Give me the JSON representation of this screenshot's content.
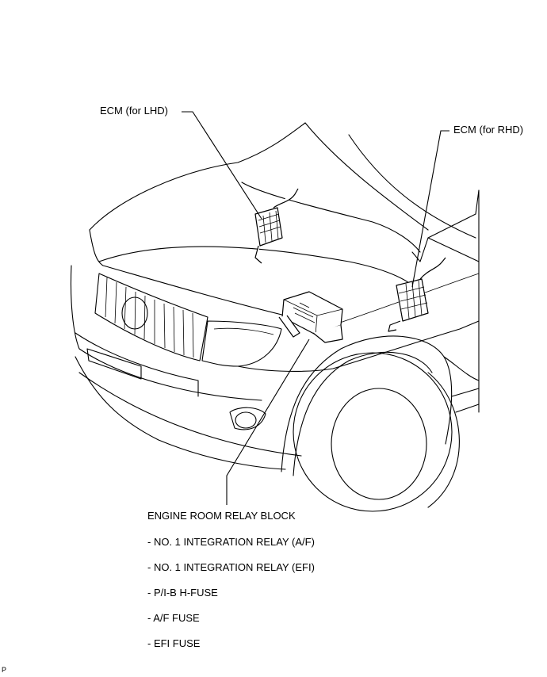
{
  "callouts": {
    "ecm_lhd": "ECM (for LHD)",
    "ecm_rhd": "ECM (for RHD)",
    "relay_block": "ENGINE ROOM RELAY BLOCK"
  },
  "relay_block_components": [
    "- NO. 1 INTEGRATION RELAY (A/F)",
    "- NO. 1 INTEGRATION RELAY (EFI)",
    "- P/I-B H-FUSE",
    "- A/F FUSE",
    "- EFI FUSE"
  ],
  "figure_code": "P"
}
